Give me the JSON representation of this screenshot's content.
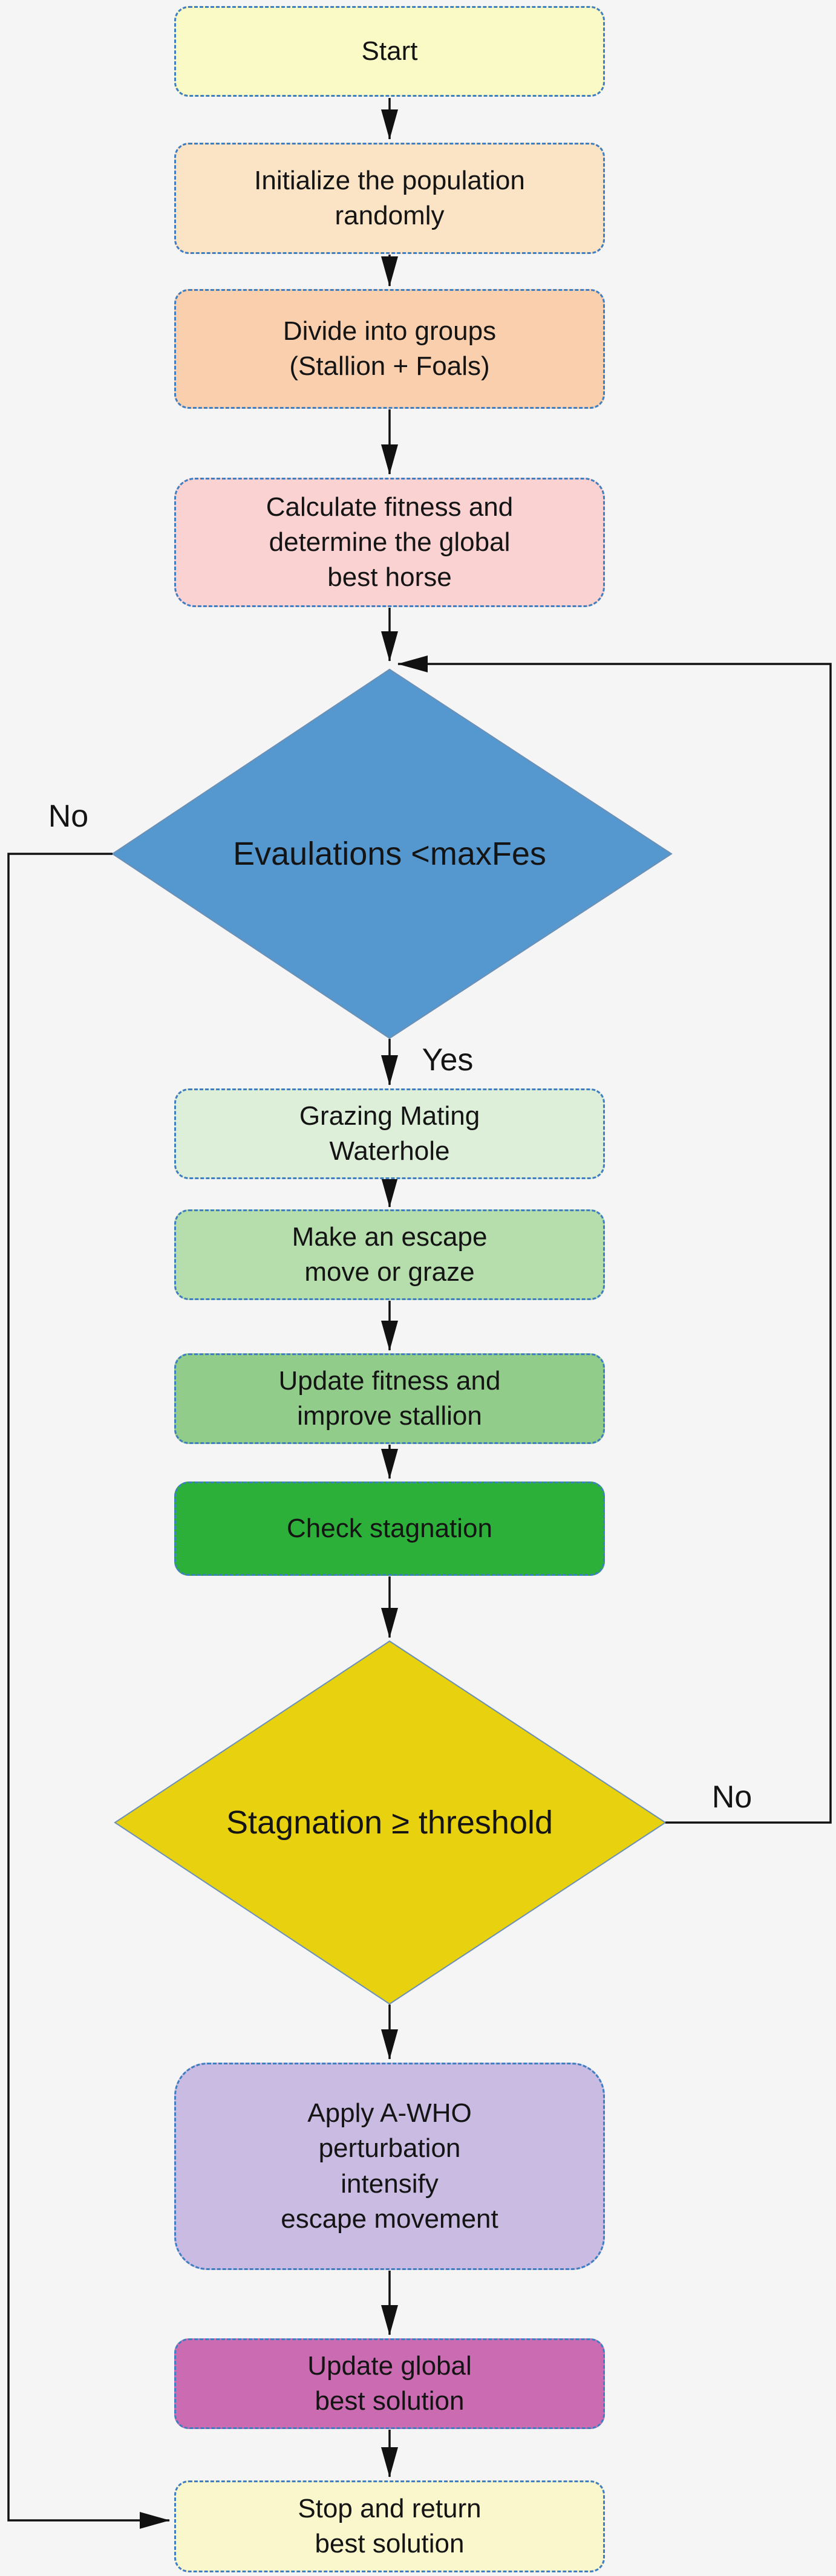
{
  "flowchart": {
    "nodes": {
      "start": {
        "label": [
          "Start"
        ],
        "fill": "#fafac6"
      },
      "initialize": {
        "label": [
          "Initialize the population",
          "randomly"
        ],
        "fill": "#fbe3c5"
      },
      "divide": {
        "label": [
          "Divide into groups",
          "(Stallion + Foals)"
        ],
        "fill": "#facfad"
      },
      "calculate": {
        "label": [
          "Calculate fitness and",
          "determine the global",
          "best horse"
        ],
        "fill": "#fad2d2"
      },
      "eval_decision": {
        "label": [
          "Evaulations <maxFes"
        ],
        "fill": "#5598d0"
      },
      "grazing": {
        "label": [
          "Grazing Mating",
          "Waterhole"
        ],
        "fill": "#ddefd8"
      },
      "escape": {
        "label": [
          "Make an escape",
          "move or graze"
        ],
        "fill": "#b5deac"
      },
      "update_fitness": {
        "label": [
          "Update fitness and",
          "improve stallion"
        ],
        "fill": "#92cc8a"
      },
      "check_stagnation": {
        "label": [
          "Check stagnation"
        ],
        "fill": "#2db039"
      },
      "stagnation_decision": {
        "label": [
          "Stagnation ≥ threshold"
        ],
        "fill": "#e8d20f"
      },
      "apply_awho": {
        "label": [
          "Apply A-WHO",
          "perturbation",
          "intensify",
          "escape movement"
        ],
        "fill": "#c9bbe1"
      },
      "update_global": {
        "label": [
          "Update global",
          "best solution"
        ],
        "fill": "#cb6cb2"
      },
      "stop": {
        "label": [
          "Stop and return",
          "best solution"
        ],
        "fill": "#faf7cd"
      }
    },
    "edge_labels": {
      "yes": "Yes",
      "no_left": "No",
      "no_right": "No"
    },
    "colors": {
      "background": "#f5f5f5",
      "box_border": "#3e7ec1",
      "diamond_stroke": "#6b8fb5",
      "arrow": "#111111"
    }
  }
}
